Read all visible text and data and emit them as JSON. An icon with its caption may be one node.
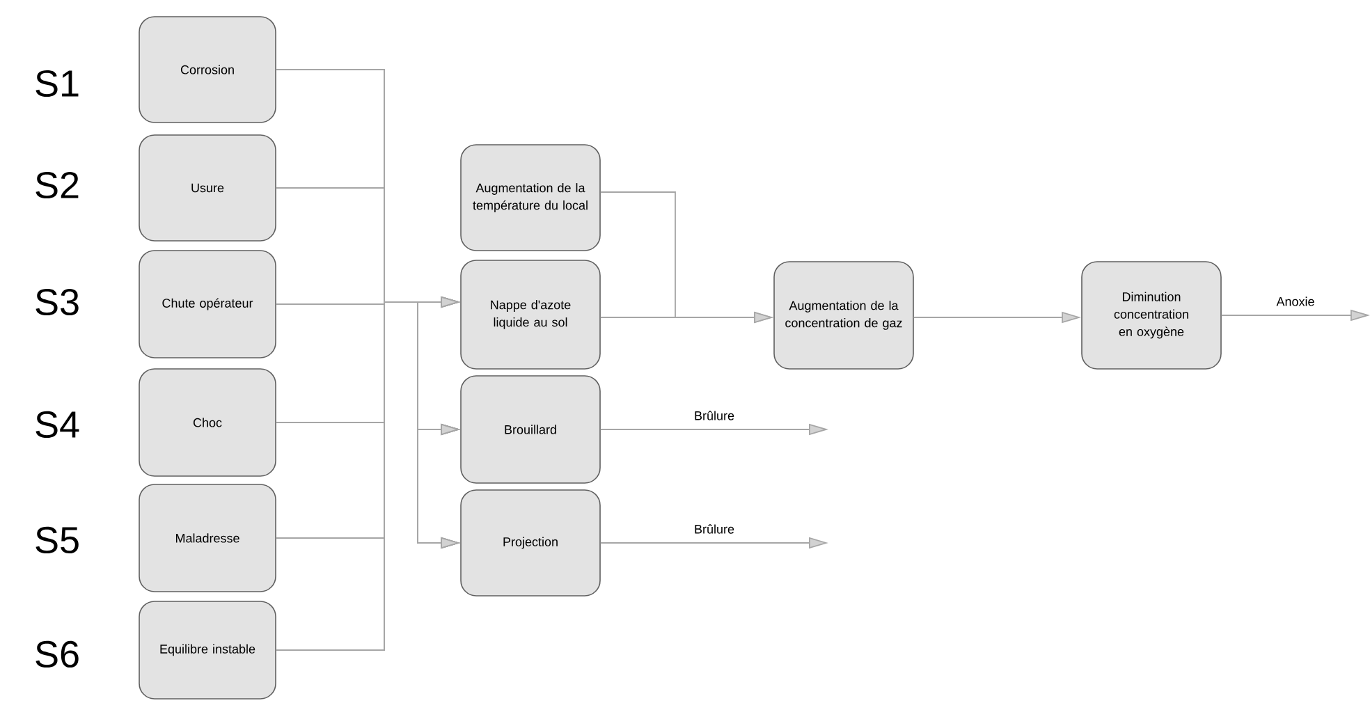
{
  "diagram": {
    "nodes": [
      {
        "text": [
          "Corrosion"
        ]
      },
      {
        "text": [
          "Usure"
        ]
      },
      {
        "text": [
          "Chute opérateur"
        ]
      },
      {
        "text": [
          "Choc"
        ]
      },
      {
        "text": [
          "Maladresse"
        ]
      },
      {
        "text": [
          "Equilibre instable"
        ]
      },
      {
        "text": [
          "Augmentation de la température du local"
        ]
      },
      {
        "text": [
          "Nappe d'azote liquide au sol"
        ]
      },
      {
        "text": [
          "Brouillard"
        ]
      },
      {
        "text": [
          "Projection"
        ]
      },
      {
        "text": [
          "Augmentation de la concentration de gaz"
        ]
      },
      {
        "text": [
          "Diminution concentration en oxygène"
        ]
      }
    ],
    "edges": [
      {
        "from": 0,
        "to": 7,
        "arrow": "to"
      },
      {
        "from": 0,
        "to": 8,
        "arrow": "to"
      },
      {
        "from": 0,
        "to": 9,
        "arrow": "to"
      },
      {
        "from": 1,
        "to": 7,
        "arrow": "to"
      },
      {
        "from": 1,
        "to": 8,
        "arrow": "to"
      },
      {
        "from": 1,
        "to": 9,
        "arrow": "to"
      },
      {
        "from": 2,
        "to": 7,
        "arrow": "to"
      },
      {
        "from": 2,
        "to": 8,
        "arrow": "to"
      },
      {
        "from": 2,
        "to": 9,
        "arrow": "to"
      },
      {
        "from": 3,
        "to": 7,
        "arrow": "to"
      },
      {
        "from": 3,
        "to": 8,
        "arrow": "to"
      },
      {
        "from": 3,
        "to": 9,
        "arrow": "to"
      },
      {
        "from": 4,
        "to": 7,
        "arrow": "to"
      },
      {
        "from": 4,
        "to": 8,
        "arrow": "to"
      },
      {
        "from": 4,
        "to": 9,
        "arrow": "to"
      },
      {
        "from": 5,
        "to": 7,
        "arrow": "to"
      },
      {
        "from": 5,
        "to": 8,
        "arrow": "to"
      },
      {
        "from": 5,
        "to": 9,
        "arrow": "to"
      },
      {
        "from": 6,
        "to": 10,
        "arrow": "to"
      },
      {
        "from": 7,
        "to": 10,
        "arrow": "to"
      },
      {
        "from": 10,
        "to": 11,
        "arrow": "to"
      },
      {
        "from": 11,
        "to": null,
        "arrow": "to",
        "label": "Anoxie"
      },
      {
        "from": 8,
        "to": null,
        "arrow": "to",
        "label": "Brûlure"
      },
      {
        "from": 9,
        "to": null,
        "arrow": "to",
        "label": "Brûlure"
      }
    ],
    "labels": [
      "S1",
      "S2",
      "S3",
      "S4",
      "S5",
      "S6"
    ]
  }
}
